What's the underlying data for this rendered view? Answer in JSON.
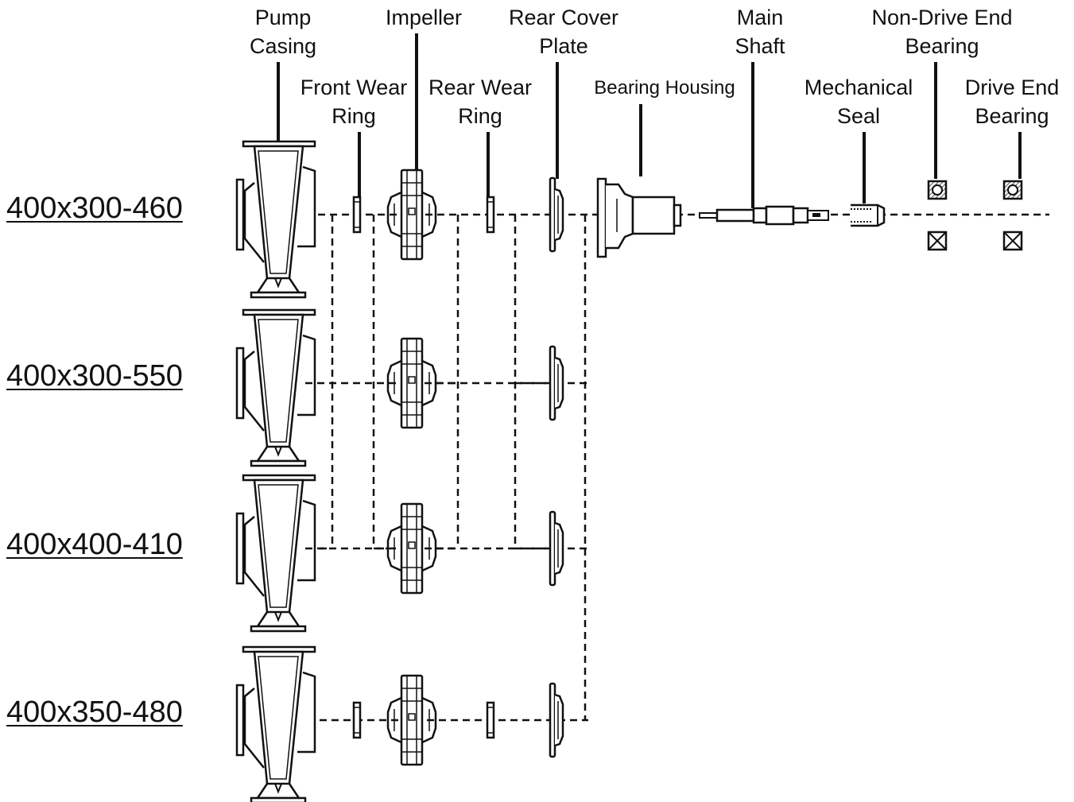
{
  "components": {
    "pump_casing": [
      "Pump",
      "Casing"
    ],
    "front_wear_ring": [
      "Front Wear",
      "Ring"
    ],
    "impeller": [
      "Impeller"
    ],
    "rear_wear_ring": [
      "Rear Wear",
      "Ring"
    ],
    "rear_cover_plate": [
      "Rear Cover",
      "Plate"
    ],
    "bearing_housing": [
      "Bearing Housing"
    ],
    "main_shaft": [
      "Main",
      "Shaft"
    ],
    "mechanical_seal": [
      "Mechanical",
      "Seal"
    ],
    "non_drive_end_bearing": [
      "Non-Drive End",
      "Bearing"
    ],
    "drive_end_bearing": [
      "Drive End",
      "Bearing"
    ]
  },
  "models": [
    "400x300-460",
    "400x300-550",
    "400x400-410",
    "400x350-480"
  ],
  "colors": {
    "line": "#111111",
    "background": "#ffffff",
    "hatch": "#555555"
  }
}
